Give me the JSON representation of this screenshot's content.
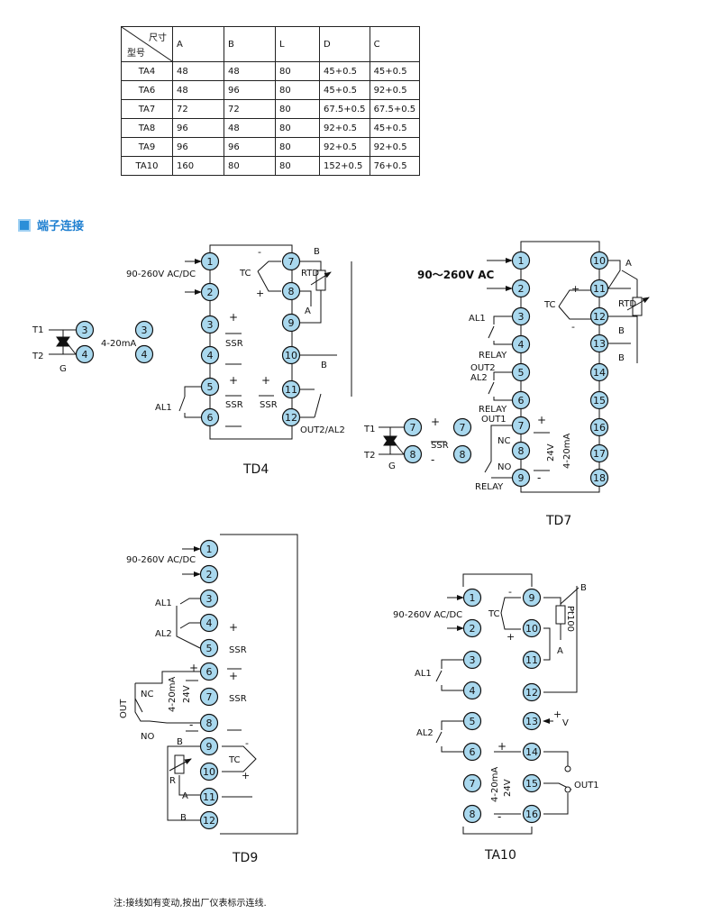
{
  "table": {
    "corner_top": "尺寸",
    "corner_bottom": "型号",
    "headers": [
      "A",
      "B",
      "L",
      "D",
      "C"
    ],
    "rows": [
      [
        "TA4",
        "48",
        "48",
        "80",
        "45+0.5",
        "45+0.5"
      ],
      [
        "TA6",
        "48",
        "96",
        "80",
        "45+0.5",
        "92+0.5"
      ],
      [
        "TA7",
        "72",
        "72",
        "80",
        "67.5+0.5",
        "67.5+0.5"
      ],
      [
        "TA8",
        "96",
        "48",
        "80",
        "92+0.5",
        "45+0.5"
      ],
      [
        "TA9",
        "96",
        "96",
        "80",
        "92+0.5",
        "92+0.5"
      ],
      [
        "TA10",
        "160",
        "80",
        "80",
        "152+0.5",
        "76+0.5"
      ]
    ]
  },
  "section_title": "端子连接",
  "colors": {
    "terminal_fill": "#a9d8ee",
    "accent": "#1e7fd0"
  },
  "diagrams": {
    "td4": {
      "title": "TD4",
      "power": "90-260V AC/DC",
      "tc": "TC",
      "rtd": "RTD",
      "b1": "B",
      "a": "A",
      "b2": "B",
      "ssr": "SSR",
      "ssr2": "SSR",
      "ssr3": "SSR",
      "ma": "4-20mA",
      "t1": "T1",
      "t2": "T2",
      "g": "G",
      "al1": "AL1",
      "out2": "OUT2/AL2",
      "nums": [
        "1",
        "2",
        "3",
        "4",
        "5",
        "6",
        "7",
        "8",
        "9",
        "10",
        "11",
        "12",
        "3",
        "4",
        "3",
        "4"
      ]
    },
    "td7": {
      "title": "TD7",
      "power": "90～260V AC",
      "a": "A",
      "b1": "B",
      "b2": "B",
      "tc": "TC",
      "rtd": "RTD",
      "al1": "AL1",
      "relay1": "RELAY",
      "out2": "OUT2",
      "al2": "AL2",
      "relay2": "RELAY",
      "out1": "OUT1",
      "nc": "NC",
      "no": "NO",
      "relay3": "RELAY",
      "v24": "24V",
      "ma": "4-20mA",
      "t1": "T1",
      "t2": "T2",
      "g": "G",
      "ssr": "SSR",
      "nums": [
        "1",
        "2",
        "3",
        "4",
        "5",
        "6",
        "7",
        "8",
        "9",
        "10",
        "11",
        "12",
        "13",
        "14",
        "15",
        "16",
        "17",
        "18",
        "7",
        "8",
        "7",
        "8"
      ]
    },
    "td9": {
      "title": "TD9",
      "power": "90-260V AC/DC",
      "al1": "AL1",
      "al2": "AL2",
      "ssr1": "SSR",
      "ssr2": "SSR",
      "ma": "4-20mA",
      "v24": "24V",
      "out": "OUT",
      "nc": "NC",
      "no": "NO",
      "b1": "B",
      "r": "R",
      "a": "A",
      "b2": "B",
      "tc": "TC",
      "nums": [
        "1",
        "2",
        "3",
        "4",
        "5",
        "6",
        "7",
        "8",
        "9",
        "10",
        "11",
        "12"
      ]
    },
    "ta10": {
      "title": "TA10",
      "power": "90-260V AC/DC",
      "tc": "TC",
      "pt": "Pt100",
      "b": "B",
      "a": "A",
      "al1": "AL1",
      "al2": "AL2",
      "v": "V",
      "ma": "4-20mA",
      "v24": "24V",
      "out1": "OUT1",
      "nums": [
        "1",
        "2",
        "3",
        "4",
        "5",
        "6",
        "7",
        "8",
        "9",
        "10",
        "11",
        "12",
        "13",
        "14",
        "15",
        "16"
      ]
    }
  },
  "note": "注:接线如有变动,按出厂仪表标示连线."
}
